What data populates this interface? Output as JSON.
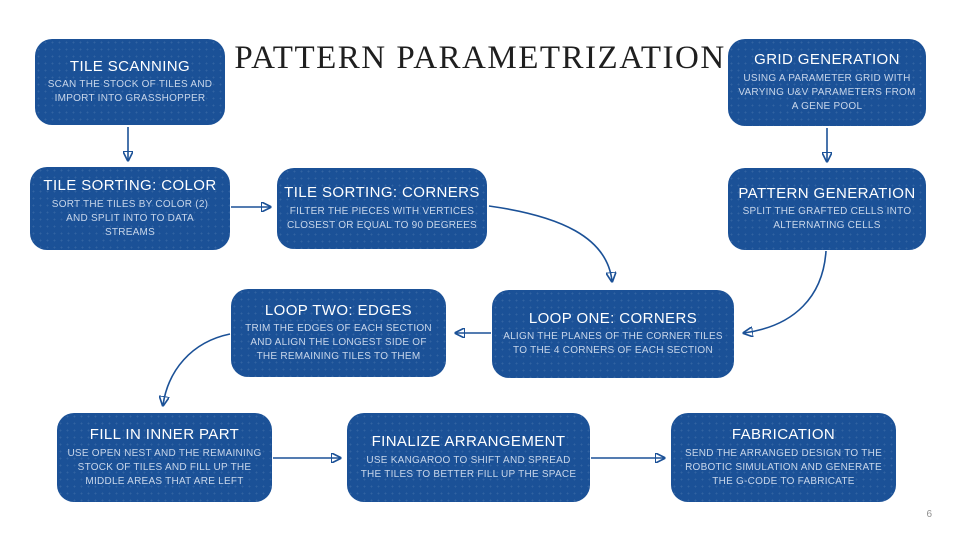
{
  "slide": {
    "title": "PATTERN PARAMETRIZATION",
    "page_number": "6"
  },
  "colors": {
    "box_fill": "#1b5197",
    "box_heading": "#ffffff",
    "box_body": "#c8d6ea",
    "arrow": "#1b5197",
    "title_text": "#1f1f1f",
    "page_number": "#8f8f8f",
    "background": "#ffffff"
  },
  "nodes": [
    {
      "id": "tile-scanning",
      "title": "TILE SCANNING",
      "description": "SCAN THE STOCK OF TILES AND IMPORT INTO GRASSHOPPER"
    },
    {
      "id": "grid-generation",
      "title": "GRID GENERATION",
      "description": "USING A PARAMETER GRID WITH VARYING U&V PARAMETERS FROM A GENE POOL"
    },
    {
      "id": "tile-sorting-color",
      "title": "TILE SORTING: COLOR",
      "description": "SORT THE TILES BY COLOR (2) AND SPLIT INTO TO DATA STREAMS"
    },
    {
      "id": "tile-sorting-corners",
      "title": "TILE SORTING: CORNERS",
      "description": "FILTER THE PIECES WITH VERTICES CLOSEST OR EQUAL TO 90 DEGREES"
    },
    {
      "id": "pattern-generation",
      "title": "PATTERN GENERATION",
      "description": "SPLIT THE GRAFTED CELLS INTO ALTERNATING CELLS"
    },
    {
      "id": "loop-two-edges",
      "title": "LOOP TWO: EDGES",
      "description": "TRIM THE EDGES OF EACH SECTION AND ALIGN THE LONGEST SIDE OF THE REMAINING TILES TO THEM"
    },
    {
      "id": "loop-one-corners",
      "title": "LOOP ONE: CORNERS",
      "description": "ALIGN THE PLANES OF THE CORNER TILES TO THE 4 CORNERS OF EACH SECTION"
    },
    {
      "id": "fill-in-inner-part",
      "title": "FILL IN INNER PART",
      "description": "USE OPEN NEST AND THE REMAINING STOCK OF TILES AND FILL UP THE MIDDLE AREAS THAT ARE LEFT"
    },
    {
      "id": "finalize-arrangement",
      "title": "FINALIZE ARRANGEMENT",
      "description": "USE KANGAROO TO SHIFT AND SPREAD THE TILES TO BETTER FILL UP THE SPACE"
    },
    {
      "id": "fabrication",
      "title": "FABRICATION",
      "description": "SEND THE ARRANGED DESIGN TO THE ROBOTIC SIMULATION AND GENERATE THE G-CODE TO FABRICATE"
    }
  ],
  "edges": [
    {
      "from": "tile-scanning",
      "to": "tile-sorting-color"
    },
    {
      "from": "grid-generation",
      "to": "pattern-generation"
    },
    {
      "from": "tile-sorting-color",
      "to": "tile-sorting-corners"
    },
    {
      "from": "tile-sorting-corners",
      "to": "loop-one-corners"
    },
    {
      "from": "pattern-generation",
      "to": "loop-one-corners"
    },
    {
      "from": "loop-one-corners",
      "to": "loop-two-edges"
    },
    {
      "from": "loop-two-edges",
      "to": "fill-in-inner-part"
    },
    {
      "from": "fill-in-inner-part",
      "to": "finalize-arrangement"
    },
    {
      "from": "finalize-arrangement",
      "to": "fabrication"
    }
  ]
}
